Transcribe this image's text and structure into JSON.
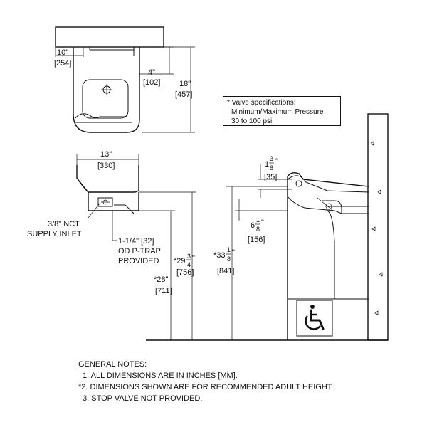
{
  "top_view": {
    "width_in": "10\"",
    "width_mm": "[254]",
    "offset_in": "4\"",
    "offset_mm": "[102]",
    "depth_in": "18\"",
    "depth_mm": "[457]"
  },
  "valve_spec": {
    "line1": "* Valve specifications:",
    "line2": "Minimum/Maximum Pressure",
    "line3": "30 to 100 psi."
  },
  "front_view": {
    "width_in": "13\"",
    "width_mm": "[330]",
    "supply_inlet_line1": "3/8\" NCT",
    "supply_inlet_line2": "SUPPLY INLET",
    "ptrap_line1": "1-1/4\" [32]",
    "ptrap_line2": "OD P-TRAP",
    "ptrap_line3": "PROVIDED",
    "height_28_in": "*28\"",
    "height_28_mm": "[711]",
    "height_29_whole": "*29",
    "height_29_num": "3",
    "height_29_den": "4",
    "height_29_mark": "\"",
    "height_29_mm": "[756]"
  },
  "side_view": {
    "h1_whole": "1",
    "h1_num": "3",
    "h1_den": "8",
    "h1_mark": "\"",
    "h1_mm": "[35]",
    "h33_whole": "*33",
    "h33_num": "1",
    "h33_den": "8",
    "h33_mark": "\"",
    "h33_mm": "[841]",
    "h6_whole": "6",
    "h6_num": "1",
    "h6_den": "8",
    "h6_mark": "\"",
    "h6_mm": "[156]"
  },
  "general_notes": {
    "heading": "GENERAL NOTES:",
    "note1": "1. ALL DIMENSIONS ARE IN INCHES [MM].",
    "note2": "*2. DIMENSIONS SHOWN ARE FOR RECOMMENDED ADULT HEIGHT.",
    "note3": "3. STOP VALVE NOT PROVIDED."
  },
  "icons": [
    "accessibility-icon"
  ]
}
